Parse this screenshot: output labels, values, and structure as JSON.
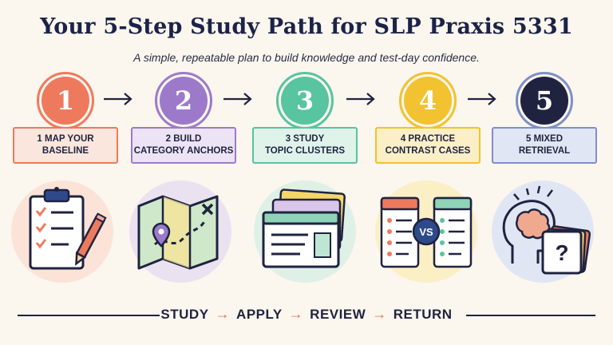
{
  "title": "Your 5-Step Study Path for SLP Praxis 5331",
  "subtitle": "A simple, repeatable plan to build knowledge and test-day confidence.",
  "steps": [
    {
      "number": "1",
      "line1": "1 MAP YOUR",
      "line2": "BASELINE",
      "color": "#ee7a5e",
      "box_border": "#ee7a5e",
      "box_fill": "#fbe6dd"
    },
    {
      "number": "2",
      "line1": "2 BUILD",
      "line2": "CATEGORY ANCHORS",
      "color": "#9d7ac9",
      "box_border": "#9d7ac9",
      "box_fill": "#ece3f4"
    },
    {
      "number": "3",
      "line1": "3 STUDY",
      "line2": "TOPIC CLUSTERS",
      "color": "#58c4a0",
      "box_border": "#58c4a0",
      "box_fill": "#dff3ea"
    },
    {
      "number": "4",
      "line1": "4 PRACTICE",
      "line2": "CONTRAST CASES",
      "color": "#f2c230",
      "box_border": "#f2c230",
      "box_fill": "#fbefc6"
    },
    {
      "number": "5",
      "line1": "5 MIXED",
      "line2": "RETRIEVAL",
      "color": "#1f2340",
      "box_border": "#7e8fc9",
      "box_fill": "#e1e6f4"
    }
  ],
  "illustrations": {
    "vs_label": "VS",
    "question_mark": "?"
  },
  "bottom": {
    "words": [
      "STUDY",
      "APPLY",
      "REVIEW",
      "RETURN"
    ],
    "separator": "→"
  },
  "colors": {
    "background": "#fbf6ee",
    "navy": "#1f2340",
    "arrow_accent": "#e0705a"
  }
}
